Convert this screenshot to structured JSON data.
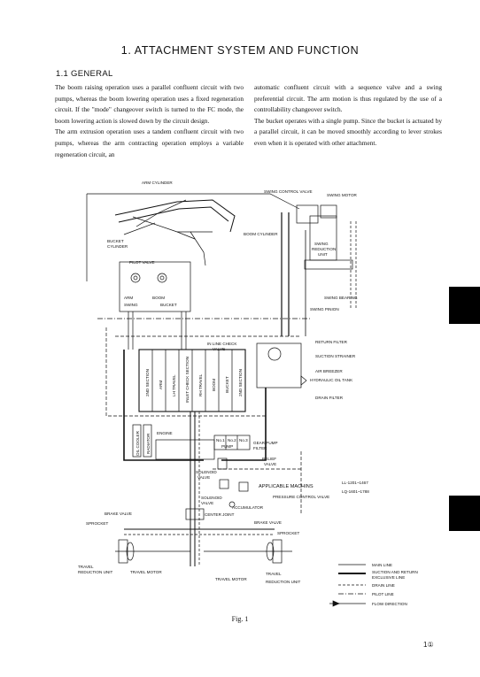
{
  "header": {
    "title": "1.  ATTACHMENT SYSTEM AND FUNCTION"
  },
  "section": {
    "title": "1.1  GENERAL"
  },
  "body": {
    "col1_p1": "The boom raising operation uses a parallel confluent circuit with two pumps, whereas the boom lowering operation uses a fixed regeneration circuit. If the \"mode\" changeover switch is turned to the FC mode, the boom lowering action is slowed down by the circuit design.",
    "col1_p2": "The arm extrusion operation uses a tandem confluent circuit with two pumps, whereas the arm contracting operation employs a variable regeneration circuit, an",
    "col2_p1": "automatic confluent circuit with a sequence valve and a swing preferential circuit. The arm motion is thus regulated by the use of a controllability changeover switch.",
    "col2_p2": "The bucket operates with a single pump. Since the bucket is actuated by a parallel circuit, it can be moved smoothly according to lever strokes even when it is operated with other attachment."
  },
  "figure": {
    "caption": "Fig. 1",
    "labels": {
      "arm_cylinder": "ARM CYLINDER",
      "swing_control_valve": "SWING CONTROL VALVE",
      "swing_motor": "SWING MOTOR",
      "boom_cylinder": "BOOM CYLINDER",
      "bucket_cylinder_1": "BUCKET",
      "bucket_cylinder_2": "CYLINDER",
      "swing_reduction_1": "SWING",
      "swing_reduction_2": "REDUCTION",
      "swing_reduction_3": "UNIT",
      "pilot_valve": "PILOT VALVE",
      "arm": "ARM",
      "boom": "BOOM",
      "swing": "SWING",
      "bucket": "BUCKET",
      "swing_bearing": "SWING BEARING",
      "swing_pinion": "SWING PINION",
      "in_line_check_1": "IN LINE CHECK",
      "in_line_check_2": "VALVE",
      "return_filter": "RETURN FILTER",
      "suction_strainer": "SUCTION STRAINER",
      "air_breezer": "AIR BREEZER",
      "hydraulic_oil_tank": "HYDRAULIC OIL TANK",
      "drain_filter": "DRAIN FILTER",
      "valve_sections": [
        "2ND SECTION",
        "ARM",
        "LH TRAVEL",
        "INLET CHECK SECTION",
        "RH TRAVEL",
        "BOOM",
        "BUCKET",
        "2ND SECTION"
      ],
      "oil_cooler": "OIL COOLER",
      "radiator": "RADIATOR",
      "engine": "ENGINE",
      "pump_1": "No.1",
      "pump_2": "No.2",
      "pump_3": "No.3",
      "pump_word": "PUMP",
      "gear_pump_1": "GEAR PUMP",
      "gear_pump_2": "FILTER",
      "relief_valve_1": "RELIEF",
      "relief_valve_2": "VALVE",
      "solenoid_valve_top": "SOLENOID",
      "solenoid_valve_top2": "VALVE",
      "applicable_machine": "APPLICABLE MACHINS",
      "model_1": "LL-1201~1467",
      "model_2": "LQ-1601~1788",
      "pressure_control_valve": "PRESSURE CONTROL VALVE",
      "solenoid_valve_1": "SOLENOID",
      "solenoid_valve_2": "VALVE",
      "accumulator": "ACCUMULATOR",
      "brake_valve_left": "BRAKE VALVE",
      "center_joint": "CENTER JOINT",
      "brake_valve_right": "BRAKE VALVE",
      "sprocket_left": "SPROCKET",
      "sprocket_right": "SPROCKET",
      "travel_reduction_left_1": "TRAVEL",
      "travel_reduction_left_2": "REDUCTION UNIT",
      "travel_motor_left": "TRAVEL MOTOR",
      "travel_motor_right": "TRAVEL MOTOR",
      "travel_reduction_right_1": "TRAVEL",
      "travel_reduction_right_2": "REDUCTION UNIT"
    },
    "legend": {
      "main_line": "MAIN LINE",
      "suction_return_1": "SUCTION AND RETURN",
      "suction_return_2": "EXCLUSIVE LINE",
      "drain_line": "DRAIN LINE",
      "pilot_line": "PILOT LINE",
      "flow_direction": "FLOW DIRECTION"
    }
  },
  "footer": {
    "page": "1①"
  }
}
